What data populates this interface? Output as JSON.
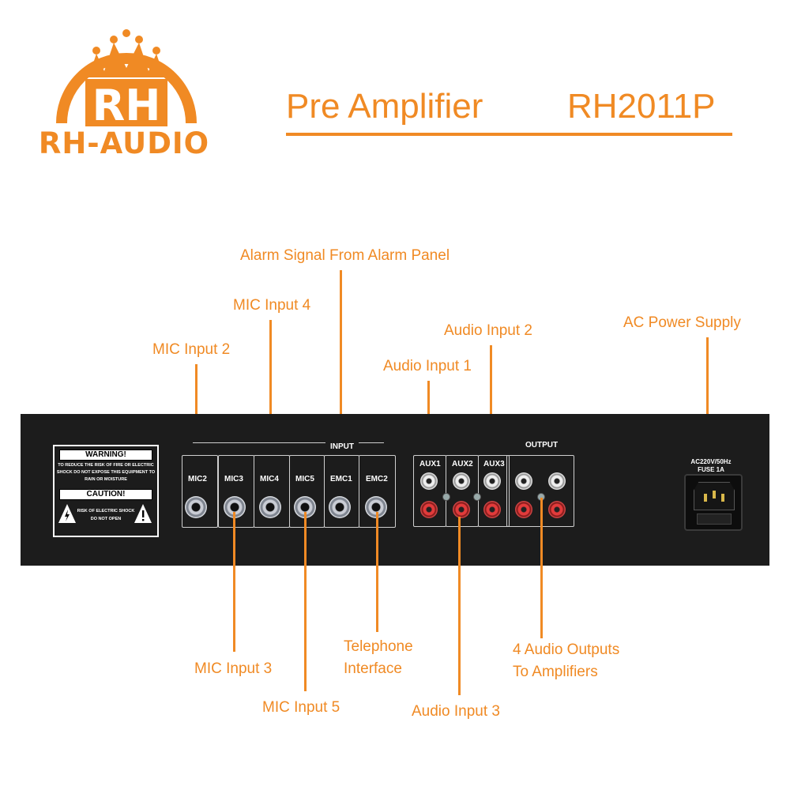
{
  "header": {
    "brand_monogram": "RH",
    "brand_name": "RH-AUDIO",
    "title": "Pre Amplifier",
    "model": "RH2011P"
  },
  "callouts_top": {
    "alarm": "Alarm Signal From Alarm Panel",
    "mic4": "MIC Input 4",
    "mic2": "MIC Input 2",
    "audio2": "Audio Input 2",
    "audio1": "Audio Input 1",
    "ac_power": "AC Power Supply"
  },
  "callouts_bottom": {
    "mic3": "MIC Input 3",
    "mic5": "MIC Input 5",
    "telephone_line1": "Telephone",
    "telephone_line2": "Interface",
    "audio3": "Audio Input 3",
    "outputs_line1": "4 Audio Outputs",
    "outputs_line2": "To Amplifiers"
  },
  "panel": {
    "warning": {
      "title": "WARNING!",
      "text1": "TO REDUCE THE RISK OF FIRE OR ELECTRIC",
      "text2": "SHOCK DO NOT EXPOSE THIS EQUIPMENT TO",
      "text3": "RAIN OR MOISTURE",
      "caution": "CAUTION!",
      "risk1": "RISK OF ELECTRIC SHOCK",
      "risk2": "DO NOT OPEN"
    },
    "input_group": "INPUT",
    "input_labels": [
      "MIC2",
      "MIC3",
      "MIC4",
      "MIC5",
      "EMC1",
      "EMC2"
    ],
    "aux_labels": [
      "AUX1",
      "AUX2",
      "AUX3"
    ],
    "output_group": "OUTPUT",
    "power_line1": "AC220V/50Hz",
    "power_line2": "FUSE 1A"
  },
  "colors": {
    "accent": "#f08a24",
    "panel": "#1c1c1c"
  }
}
